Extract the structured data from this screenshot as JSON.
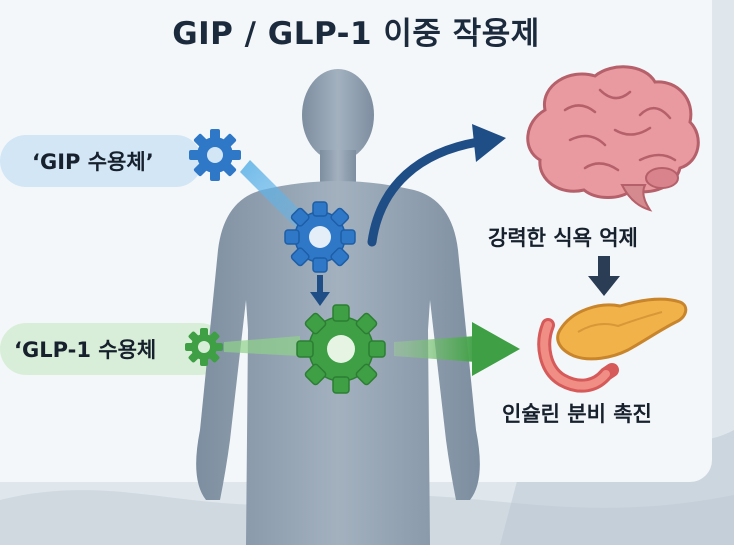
{
  "title": "GIP / GLP-1 이중 작용제",
  "gip_label": "‘GIP 수용체’",
  "glp1_label": "‘GLP-1 수용체",
  "brain_effect": "강력한 식욕 억제",
  "pancreas_effect": "인슐린 분비 촉진",
  "colors": {
    "gip_blue": "#2f78c8",
    "glp1_green": "#3f9f45",
    "arrow_navy": "#1f4e86",
    "body_silhouette": "#8a9aaa",
    "brain_pink": "#e89aa0",
    "pancreas_orange": "#f2b24a"
  },
  "icons": [
    "gear-icon",
    "brain-icon",
    "pancreas-icon",
    "arrow-icon"
  ]
}
